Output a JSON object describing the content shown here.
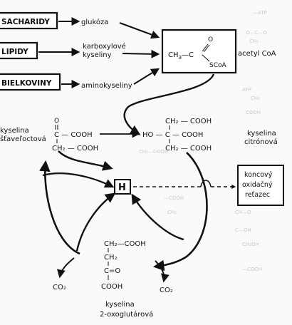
{
  "sources": {
    "saccharides": "SACHARIDY",
    "lipids": "LIPIDY",
    "proteins": "BIELKOVINY"
  },
  "products": {
    "glucose": "glukóza",
    "fatty_acids_line1": "karboxylové",
    "fatty_acids_line2": "kyseliny",
    "amino_acids": "aminokyseliny"
  },
  "acetyl_coa": {
    "formula_left": "CH",
    "formula_sub": "3",
    "formula_mid": "—C",
    "oxygen": "O",
    "scoa": "SCoA",
    "label": "acetyl CoA"
  },
  "oxaloacetate": {
    "label_line1": "kyselina",
    "label_line2": "šťaveľoctová",
    "row1": "O",
    "row2": "C — COOH",
    "row3": "CH₂ — COOH"
  },
  "citrate": {
    "label_line1": "kyselina",
    "label_line2": "citrónová",
    "row1": "CH₂ — COOH",
    "row2": "HO — C — COOH",
    "row3": "CH₂ — COOH"
  },
  "hydrogen": {
    "label": "H"
  },
  "respiratory_chain": {
    "line1": "koncový",
    "line2": "oxidačný",
    "line3": "reťazec"
  },
  "ketoglutarate": {
    "row1": "CH₂—COOH",
    "row2": "CH₂",
    "row3": "C=O",
    "row4": "COOH",
    "label_line1": "kyselina",
    "label_line2": "2-oxoglutárová"
  },
  "co2": {
    "left": "CO₂",
    "right": "CO₂"
  }
}
